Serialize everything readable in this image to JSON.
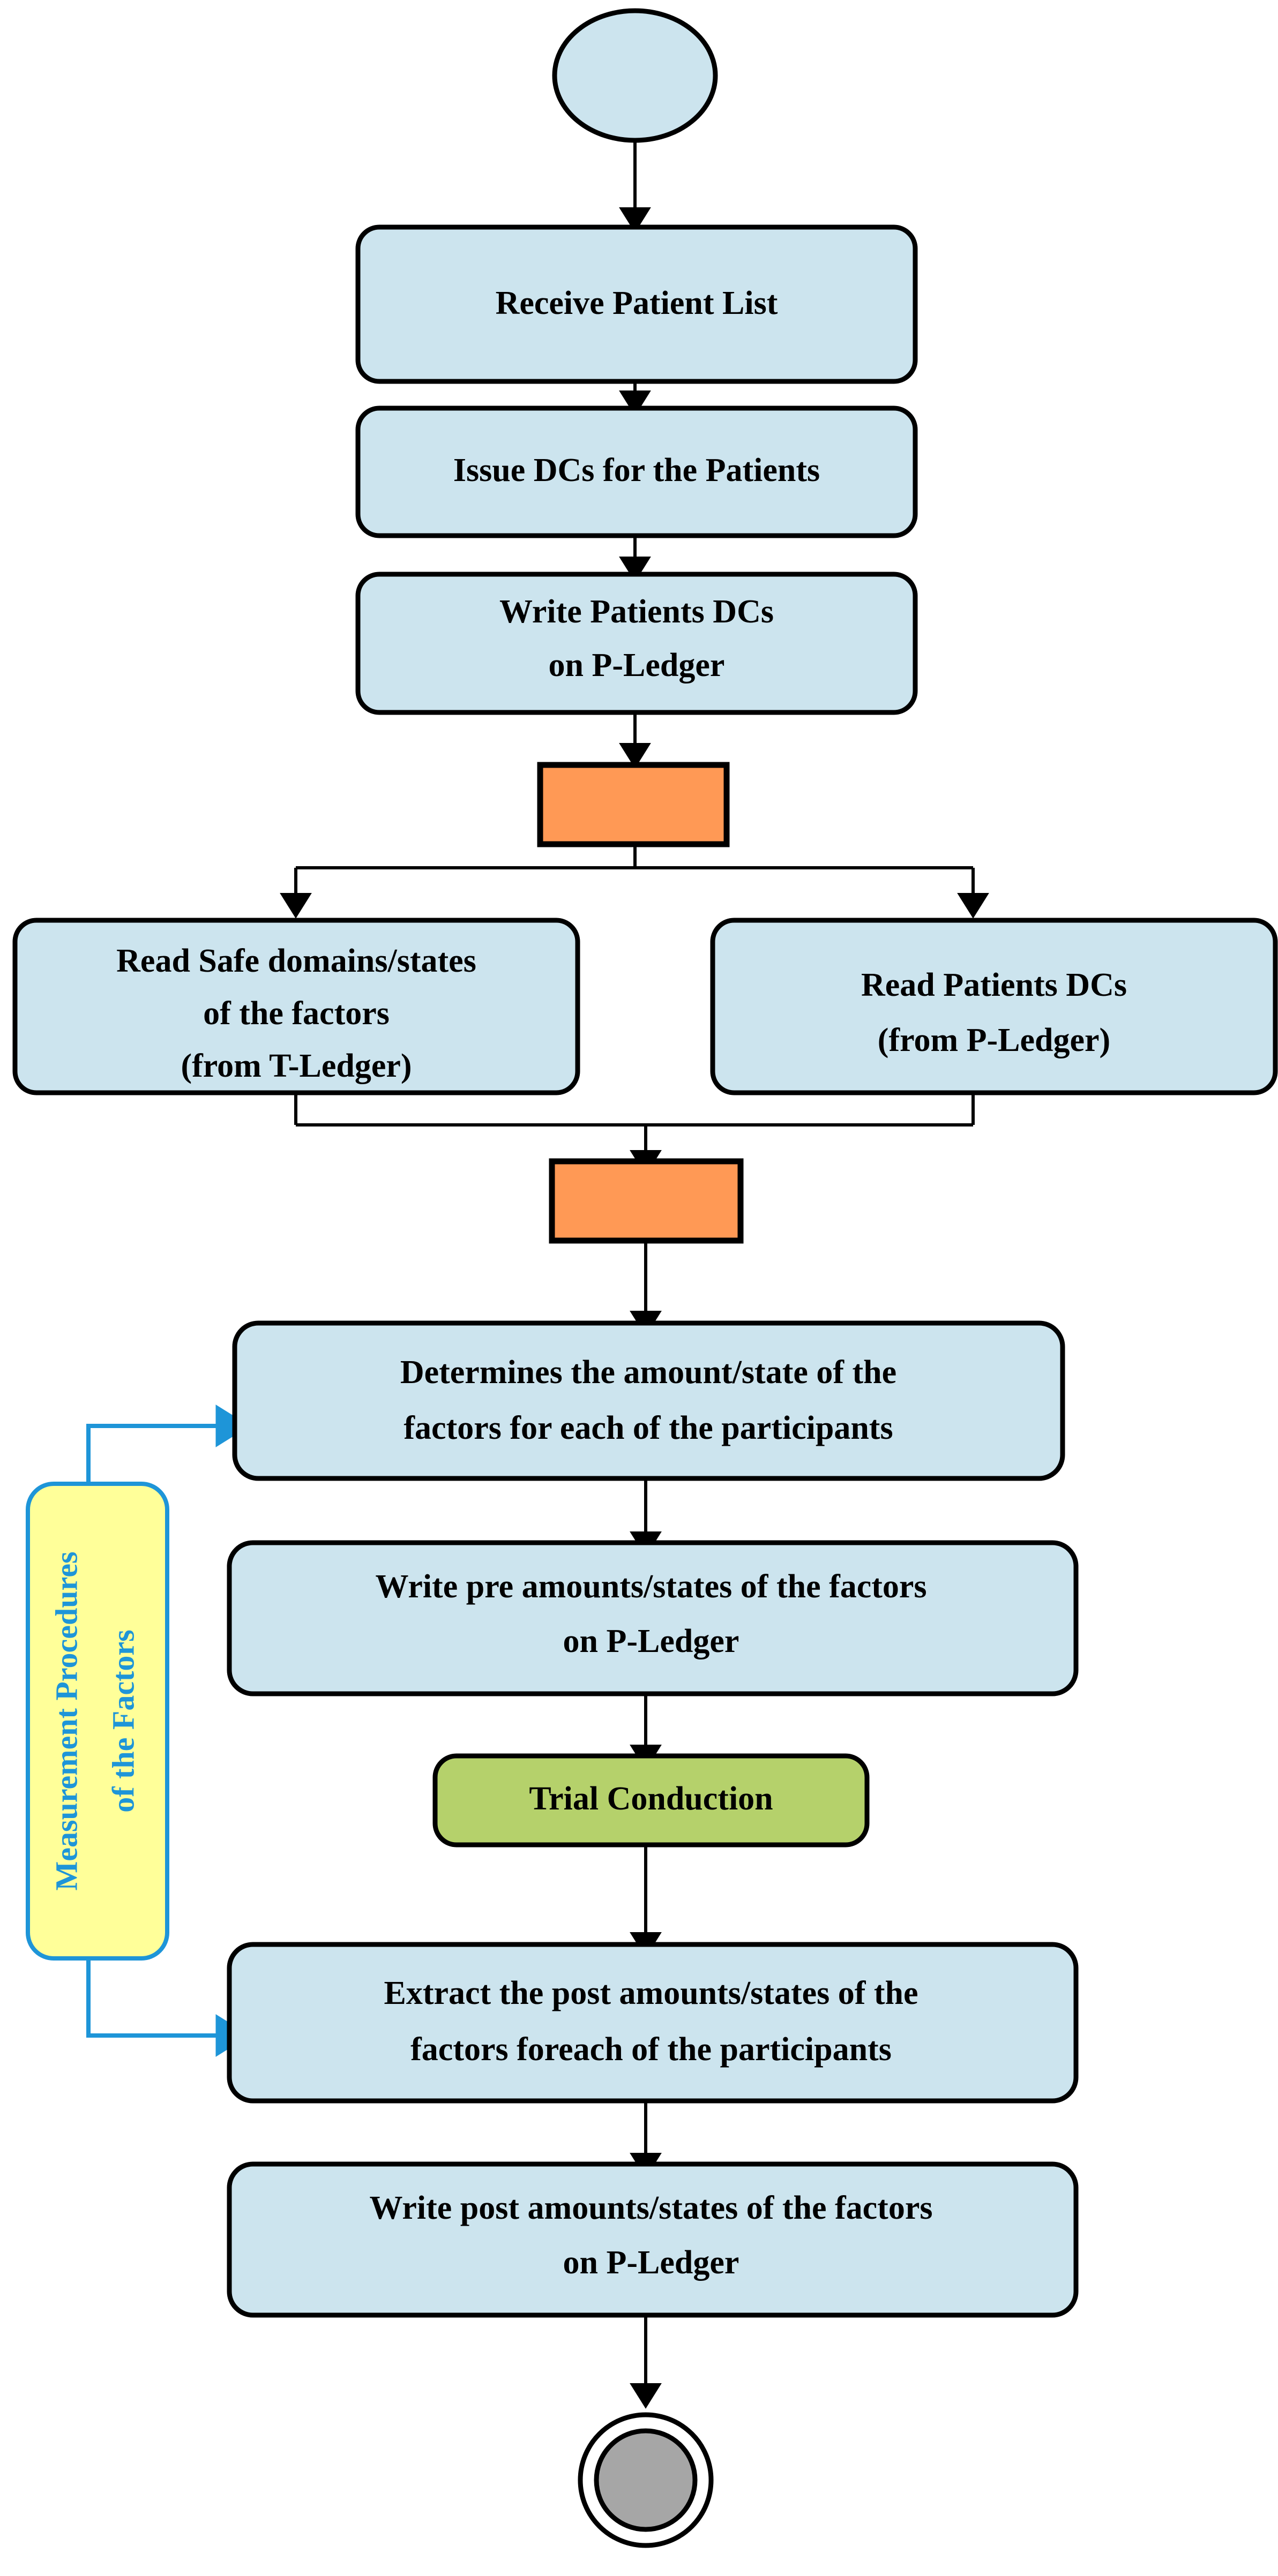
{
  "diagram": {
    "title": "Clinical Trial Factor Measurement Activity Flow",
    "colors": {
      "process_fill": "#CCE4EE",
      "bar_fill": "#FF9955",
      "trial_fill": "#B5D16B",
      "note_fill": "#FFFF99",
      "note_accent": "#1E95D8",
      "end_fill": "#A6A6A6",
      "stroke": "#000000"
    },
    "nodes": {
      "start": {
        "label": "",
        "type": "initial-node"
      },
      "receive_patient_list": {
        "label": "Receive Patient List",
        "lines": [
          "Receive Patient List"
        ]
      },
      "issue_dcs": {
        "label": "Issue DCs for the Patients",
        "lines": [
          "Issue DCs for the Patients"
        ]
      },
      "write_patients_dcs": {
        "label": "Write Patients DCs on P-Ledger",
        "lines": [
          "Write Patients DCs",
          "on P-Ledger"
        ]
      },
      "fork_bar": {
        "label": "",
        "type": "fork-bar"
      },
      "read_safe_domains": {
        "label": "Read Safe domains/states of the factors (from T-Ledger)",
        "lines": [
          "Read Safe domains/states",
          "of the factors",
          "(from T-Ledger)"
        ]
      },
      "read_patients_dcs": {
        "label": "Read Patients DCs (from P-Ledger)",
        "lines": [
          "Read Patients DCs",
          "(from P-Ledger)"
        ]
      },
      "join_bar": {
        "label": "",
        "type": "join-bar"
      },
      "determines_amount": {
        "label": "Determines the amount/state of the factors for each of the participants",
        "lines": [
          "Determines the amount/state of the",
          "factors for each of the participants"
        ]
      },
      "write_pre_amounts": {
        "label": "Write pre amounts/states of the factors on P-Ledger",
        "lines": [
          "Write pre amounts/states of the factors",
          "on P-Ledger"
        ]
      },
      "trial_conduction": {
        "label": "Trial Conduction",
        "lines": [
          "Trial Conduction"
        ]
      },
      "extract_post_amounts": {
        "label": "Extract the post amounts/states of the factors foreach of the participants",
        "lines": [
          "Extract the post amounts/states of the",
          "factors foreach of the participants"
        ]
      },
      "write_post_amounts": {
        "label": "Write post amounts/states of the factors on P-Ledger",
        "lines": [
          "Write post amounts/states of the factors",
          "on P-Ledger"
        ]
      },
      "end": {
        "label": "",
        "type": "final-node"
      },
      "measurement_note": {
        "label": "Measurement Procedures of the Factors",
        "lines": [
          "Measurement Procedures",
          "of the Factors"
        ]
      }
    }
  }
}
